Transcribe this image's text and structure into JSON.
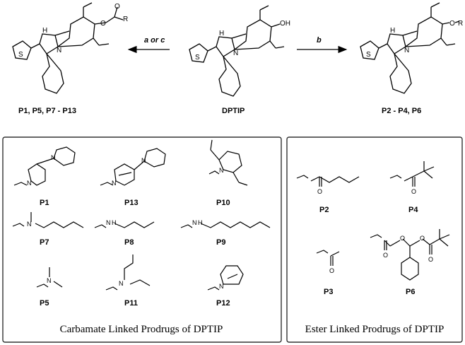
{
  "colors": {
    "ink": "#000000",
    "panel_border": "#333333",
    "background": "#ffffff"
  },
  "scheme": {
    "left_product_label": "P1, P5, P7 - P13",
    "center_label": "DPTIP",
    "right_product_label": "P2 - P4, P6",
    "arrow_left_conditions": "a or c",
    "arrow_right_conditions": "b",
    "atoms": {
      "nh": "H",
      "n_atom": "N",
      "s_atom": "S",
      "oh": "OH",
      "o_atom": "O",
      "r_group": "R"
    }
  },
  "carbamate_panel": {
    "caption": "Carbamate Linked Prodrugs of DPTIP",
    "compounds": [
      "P1",
      "P13",
      "P10",
      "P7",
      "P8",
      "P9",
      "P5",
      "P11",
      "P12"
    ]
  },
  "ester_panel": {
    "caption": "Ester Linked Prodrugs of DPTIP",
    "compounds": [
      "P2",
      "P4",
      "P3",
      "P6"
    ]
  }
}
